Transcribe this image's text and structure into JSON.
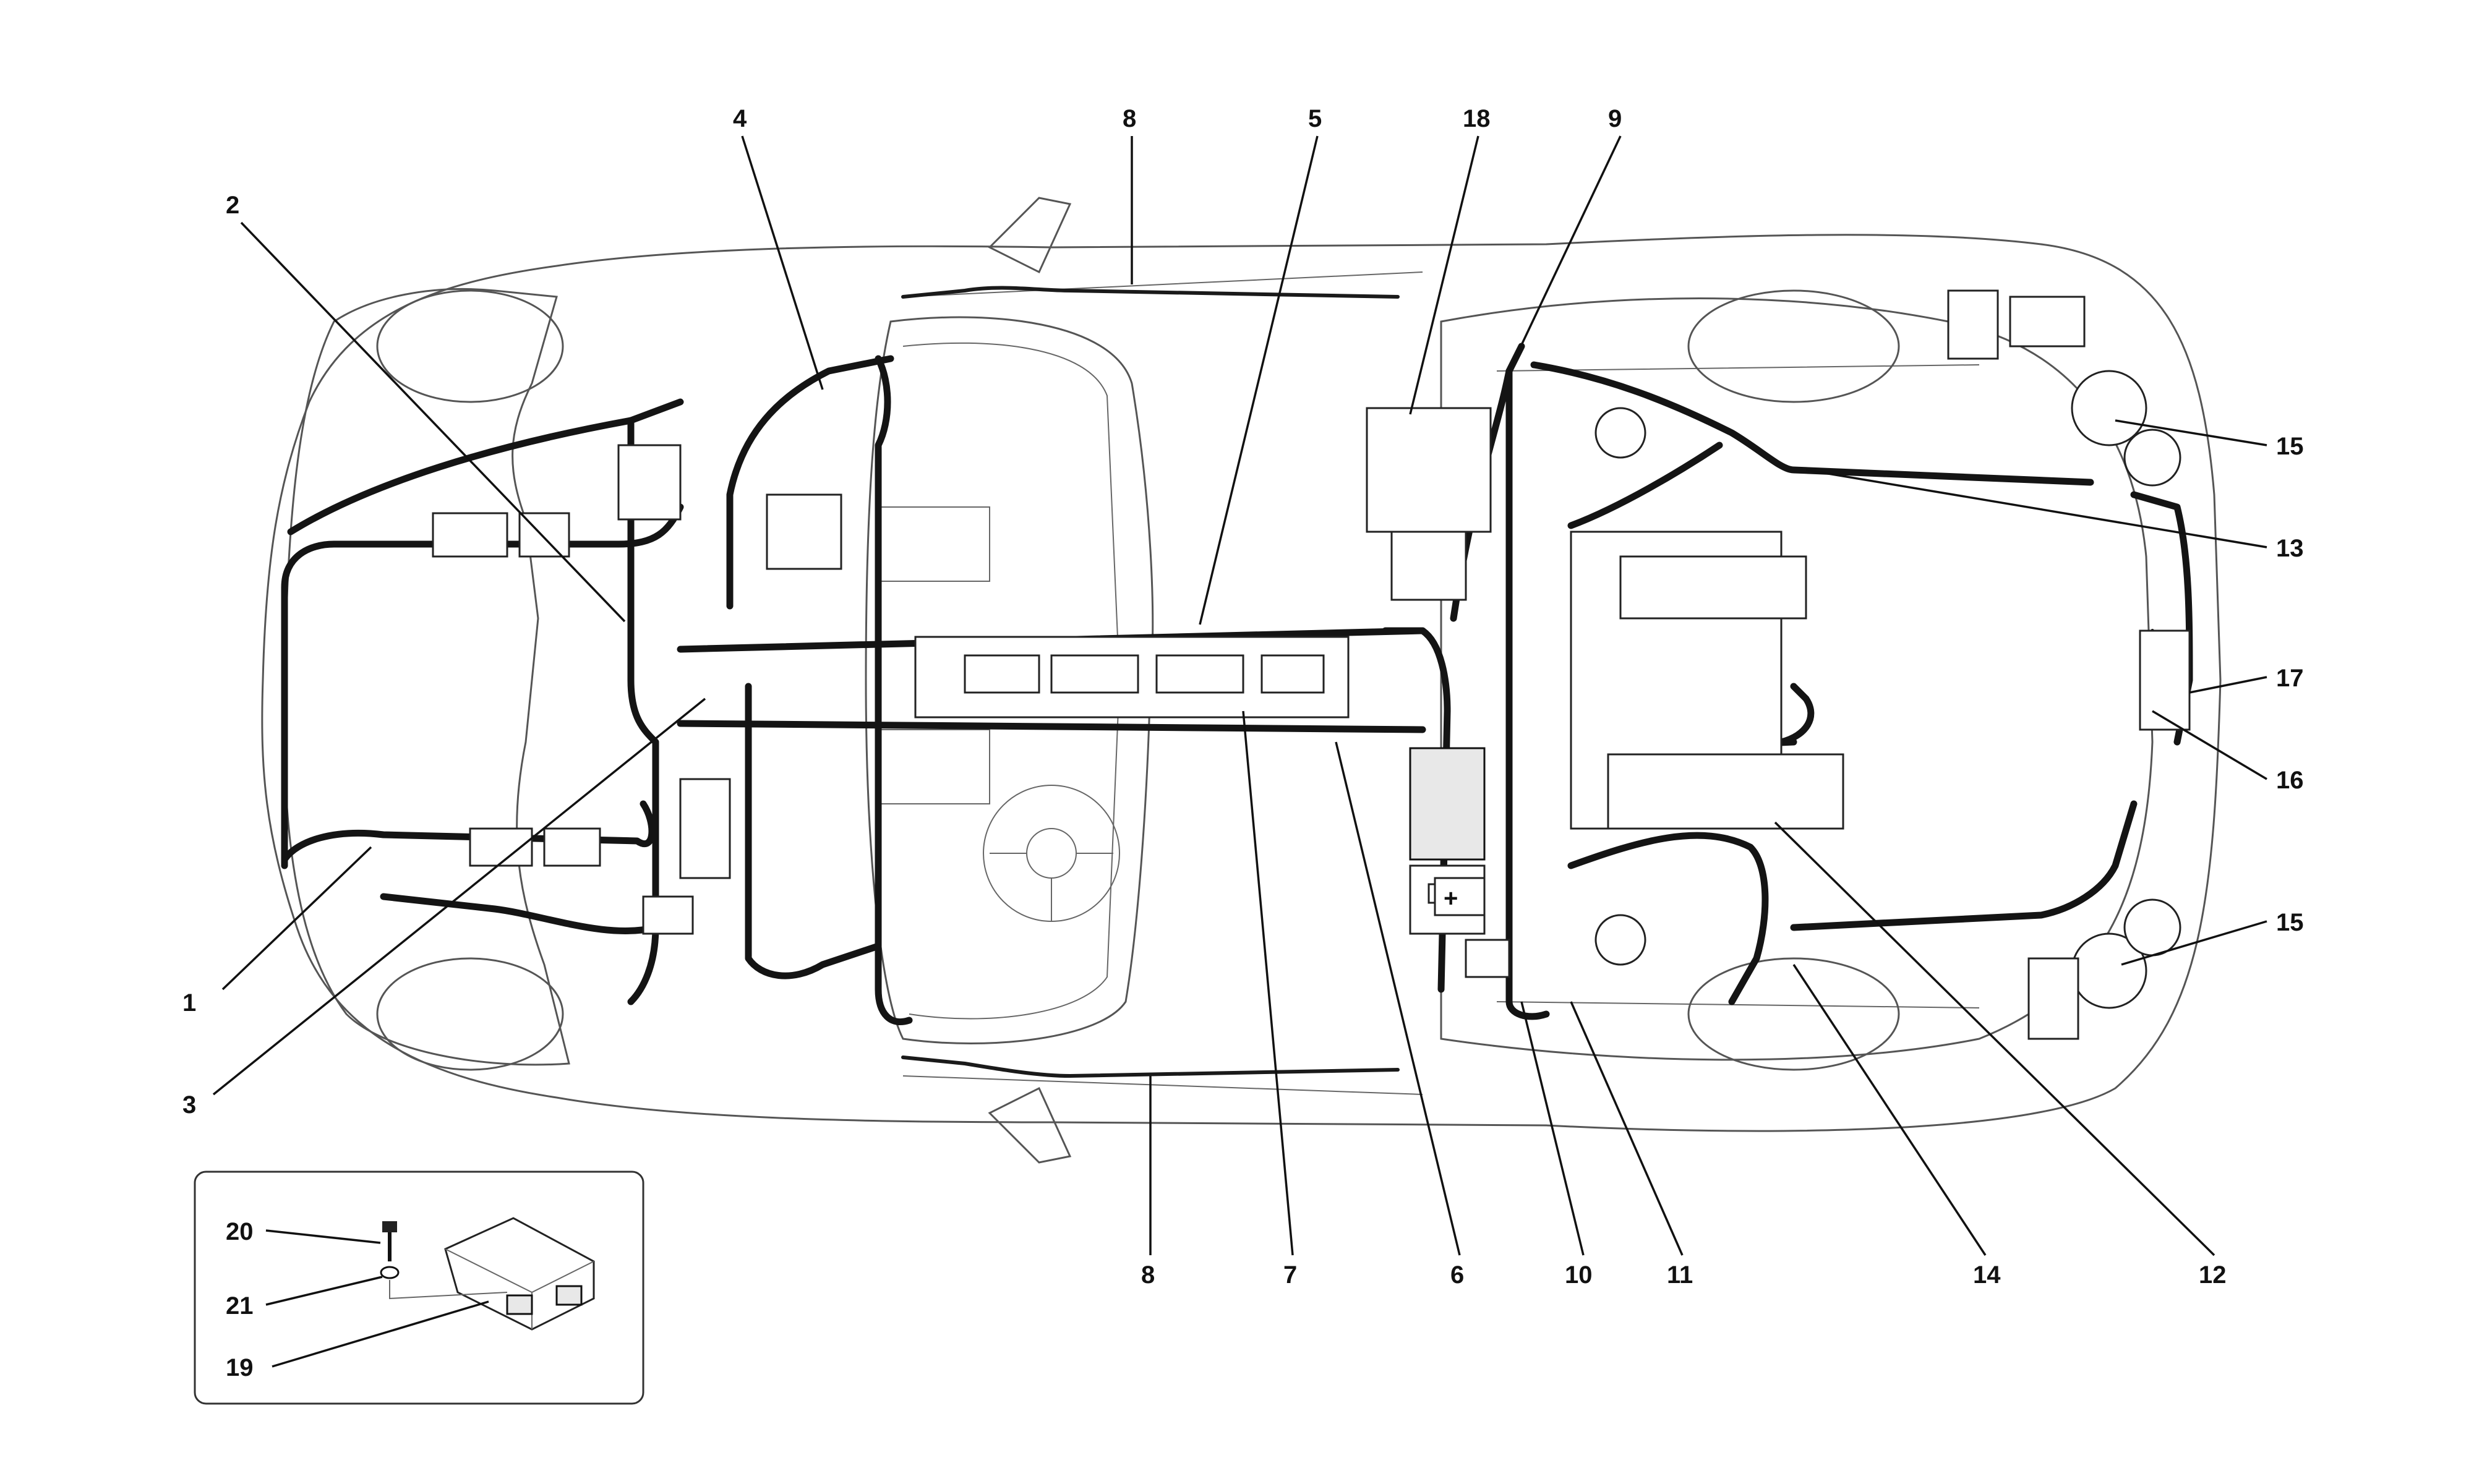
{
  "callouts": {
    "c1": "1",
    "c2": "2",
    "c3": "3",
    "c4": "4",
    "c5": "5",
    "c6": "6",
    "c7": "7",
    "c8_top": "8",
    "c8_bottom": "8",
    "c9": "9",
    "c10": "10",
    "c11": "11",
    "c12": "12",
    "c13": "13",
    "c14": "14",
    "c15_top": "15",
    "c15_bottom": "15",
    "c16": "16",
    "c17": "17",
    "c18": "18",
    "c19": "19",
    "c20": "20",
    "c21": "21"
  },
  "icons": {
    "ground": "ground-symbol-icon",
    "battery": "battery-icon",
    "module": "control-module-icon"
  },
  "colors": {
    "line": "#141414",
    "body": "#555555"
  }
}
